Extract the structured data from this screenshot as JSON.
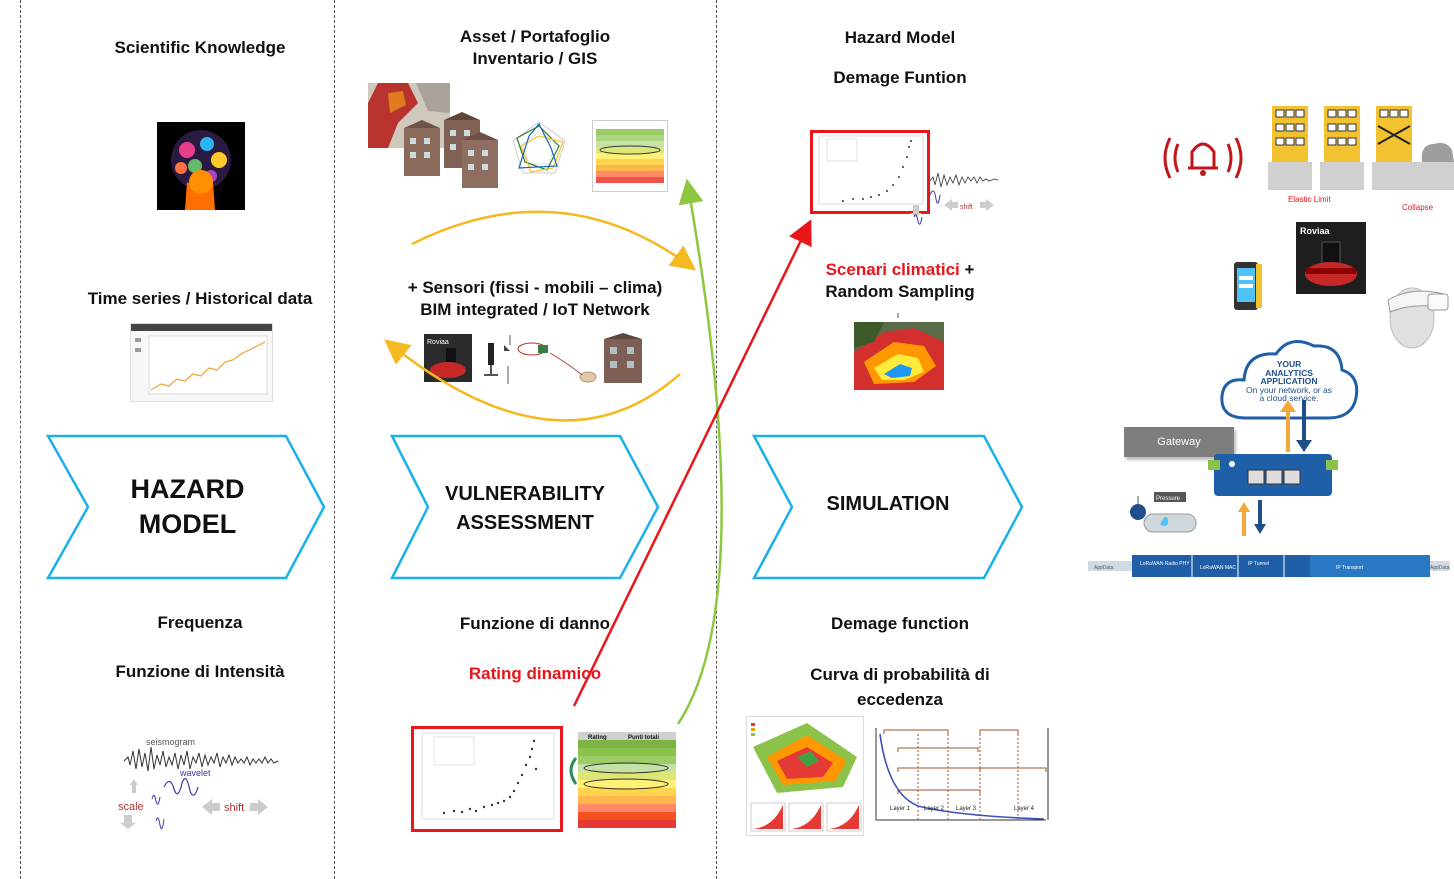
{
  "columns": {
    "hazard": {
      "top_title": "Scientific Knowledge",
      "mid_title": "Time series / Historical data",
      "stage_line1": "HAZARD",
      "stage_line2": "MODEL",
      "bottom_title1": "Frequenza",
      "bottom_title2": "Funzione di Intensità",
      "seismogram_label": "seismogram",
      "wavelet_label": "wavelet",
      "scale_label": "scale",
      "shift_label": "shift"
    },
    "vulnerability": {
      "top_title_line1": "Asset / Portafoglio",
      "top_title_line2": "Inventario / GIS",
      "sensors_line1": "+ Sensori (fissi - mobili – clima)",
      "sensors_line2": "BIM integrated / IoT Network",
      "stage_line1": "VULNERABILITY",
      "stage_line2": "ASSESSMENT",
      "bottom_title1": "Funzione di danno",
      "bottom_title2": "Rating dinamico",
      "rating_header": [
        "Rating",
        "Punti totali"
      ],
      "robot_label": "Roviaa"
    },
    "simulation": {
      "top_title1": "Hazard Model",
      "top_title2": "Demage Funtion",
      "scenari_red": "Scenari climatici",
      "scenari_plus": " +",
      "scenari_line2": "Random Sampling",
      "stage_label": "SIMULATION",
      "bottom_title1": "Demage function",
      "bottom_title2_line1": "Curva di probabilità di",
      "bottom_title2_line2": "eccedenza",
      "shift_label": "shift",
      "curve_labels": [
        "Layer 1",
        "Layer 2",
        "Layer 3",
        "Layer 4"
      ]
    },
    "iot": {
      "elastic_label": "Elastic Limit",
      "collapse_label": "Collapse",
      "robot_label": "Roviaa",
      "cloud_line1": "YOUR",
      "cloud_line2": "ANALYTICS",
      "cloud_line3": "APPLICATION",
      "cloud_line4": "On your network, or as",
      "cloud_line5": "a cloud service.",
      "gateway_label": "Gateway",
      "pressure_label": "Pressure",
      "pipe_labels": [
        "AppData",
        "LoRaWAN Radio PHY",
        "LoRaWAN MAC",
        "IP Tunnel",
        "IP Transport",
        "AppData"
      ]
    }
  },
  "colors": {
    "chevron_stroke": "#1ab0e8",
    "arrow_red": "#e8151b",
    "arrow_green": "#8dc63f",
    "arrow_yellow": "#f5b820",
    "alert_red": "#c0161c"
  }
}
